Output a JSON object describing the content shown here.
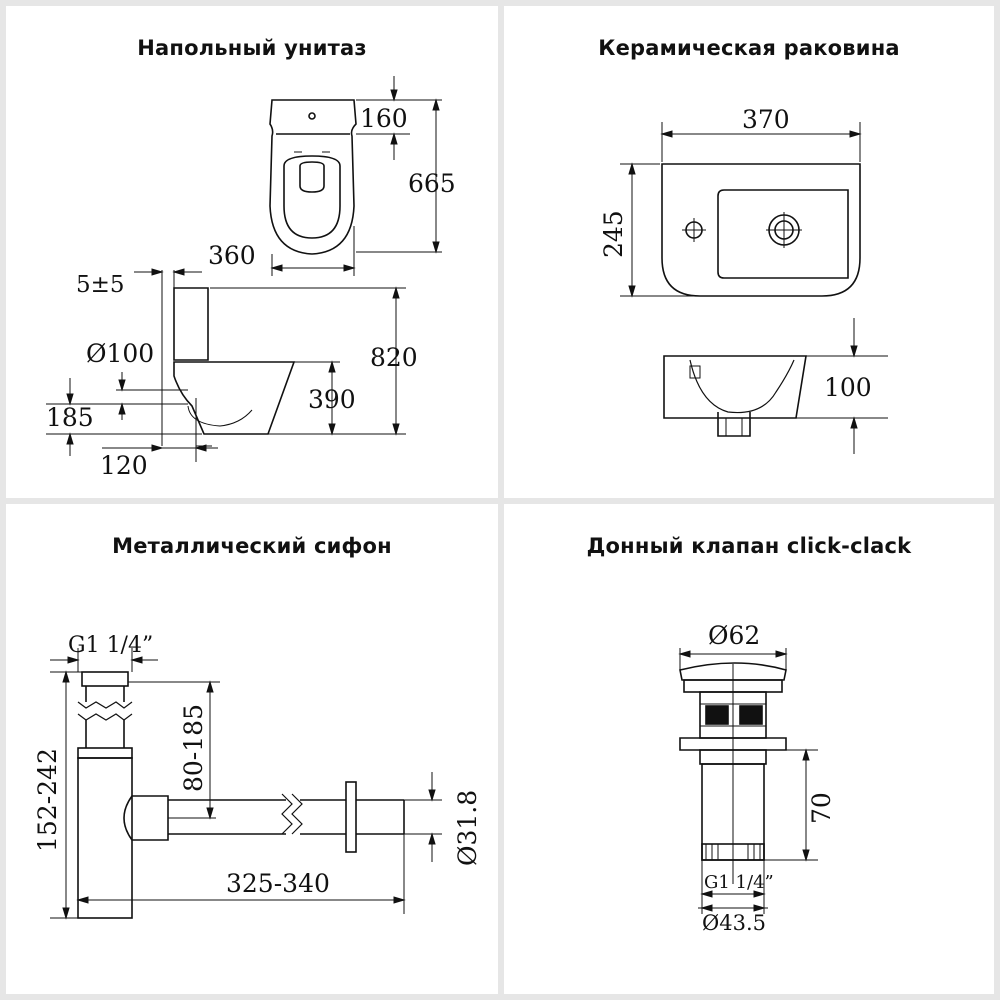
{
  "panels": {
    "toilet": {
      "title": "Напольный унитаз",
      "dims": {
        "tank_depth": "160",
        "top_length": "665",
        "width": "360",
        "gap": "5±5",
        "height": "820",
        "outlet_diameter": "Ø100",
        "bowl_height": "390",
        "outlet_height": "185",
        "outlet_offset": "120"
      }
    },
    "basin": {
      "title": "Керамическая раковина",
      "dims": {
        "width": "370",
        "depth": "245",
        "height": "100"
      }
    },
    "siphon": {
      "title": "Металлический сифон",
      "dims": {
        "thread": "G1 1/4”",
        "height_range": "80-185",
        "total_height": "152-242",
        "pipe_diameter": "Ø31.8",
        "length_range": "325-340"
      }
    },
    "valve": {
      "title": "Донный клапан click-clack",
      "dims": {
        "cap_diameter": "Ø62",
        "height": "70",
        "thread": "G1 1/4”",
        "body_diameter": "Ø43.5"
      }
    }
  }
}
